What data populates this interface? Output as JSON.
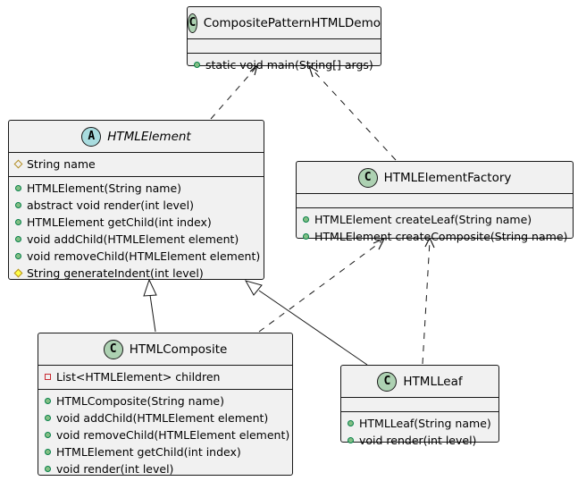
{
  "classes": {
    "demo": {
      "name": "CompositePatternHTMLDemo",
      "badge": "C",
      "fields": [],
      "methods": [
        "static void main(String[] args)"
      ]
    },
    "element": {
      "name": "HTMLElement",
      "badge": "A",
      "fields": [
        "String name"
      ],
      "methods": [
        "HTMLElement(String name)",
        "abstract void render(int level)",
        "HTMLElement getChild(int index)",
        "void addChild(HTMLElement element)",
        "void removeChild(HTMLElement element)",
        "String generateIndent(int level)"
      ]
    },
    "factory": {
      "name": "HTMLElementFactory",
      "badge": "C",
      "fields": [],
      "methods": [
        "HTMLElement createLeaf(String name)",
        "HTMLElement createComposite(String name)"
      ]
    },
    "composite": {
      "name": "HTMLComposite",
      "badge": "C",
      "fields": [
        "List<HTMLElement> children"
      ],
      "methods": [
        "HTMLComposite(String name)",
        "void addChild(HTMLElement element)",
        "void removeChild(HTMLElement element)",
        "HTMLElement getChild(int index)",
        "void render(int level)"
      ]
    },
    "leaf": {
      "name": "HTMLLeaf",
      "badge": "C",
      "fields": [],
      "methods": [
        "HTMLLeaf(String name)",
        "void render(int level)"
      ]
    }
  },
  "colors": {
    "class_fill": "#f1f1f1",
    "border": "#181818",
    "class_badge": "#add1b2",
    "abstract_badge": "#a9dcdf",
    "public_marker": "#84be84",
    "protected_marker": "#b38d22",
    "private_marker": "#c82930"
  }
}
